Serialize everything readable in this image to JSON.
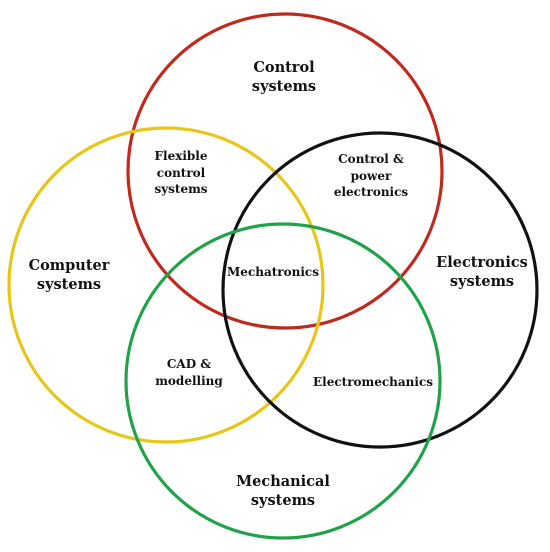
{
  "colors": {
    "control": "#bf2a1e",
    "computer": "#e6c619",
    "electronics": "#111111",
    "mechanical": "#20a24a"
  },
  "sets": {
    "control": [
      "Control",
      "systems"
    ],
    "computer": [
      "Computer",
      "systems"
    ],
    "electronics": [
      "Electronics",
      "systems"
    ],
    "mechanical": [
      "Mechanical",
      "systems"
    ]
  },
  "intersections": {
    "flexible_control": [
      "Flexible",
      "control",
      "systems"
    ],
    "control_power": [
      "Control &",
      "power",
      "electronics"
    ],
    "mechatronics": "Mechatronics",
    "cad": [
      "CAD &",
      "modelling"
    ],
    "electromechanics": "Electromechanics"
  }
}
